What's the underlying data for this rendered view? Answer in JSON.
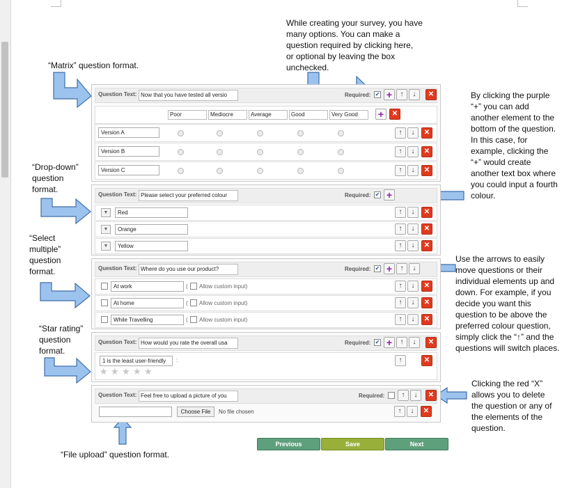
{
  "notes": {
    "matrix": "“Matrix” question format.",
    "required": [
      "While creating your survey, you have",
      "many options. You can make a",
      "question required by clicking here,",
      "or optional by leaving the box",
      "unchecked."
    ],
    "plus": [
      "By clicking the purple",
      "“+” you can add",
      "another element to the",
      "bottom of the question.",
      "In this case, for",
      "example, clicking the",
      "“+” would create",
      "another text box where",
      "you could input a fourth",
      "colour."
    ],
    "dropdown": [
      "“Drop-down”",
      "question",
      "format."
    ],
    "select": [
      "“Select",
      "multiple”",
      "question",
      "format."
    ],
    "arrows": [
      "Use the arrows to easily",
      "move questions or their",
      "individual elements up and",
      "down. For example, if you",
      "decide you want this",
      "question to be above the",
      "preferred colour question,",
      "simply click the “↑” and the",
      "questions will switch places."
    ],
    "star": [
      "“Star rating”",
      "question",
      "format."
    ],
    "delete": [
      "Clicking the red “X”",
      "allows you to delete",
      "the question or any of",
      "the elements of the",
      "question."
    ],
    "file": "“File upload” question format."
  },
  "labels": {
    "question_text": "Question Text:",
    "required": "Required:"
  },
  "icons": {
    "up": "up-arrow-icon",
    "down": "down-arrow-icon",
    "delete": "x-icon",
    "add": "plus-icon"
  },
  "colors": {
    "delete_red": "#e03a1e",
    "add_purple": "#8e1fa6",
    "callout_blue": "#9cc3ee",
    "nav_green": "#5fa07c",
    "save_olive": "#98b03a"
  },
  "matrix": {
    "question": "Now that you have tested all versio",
    "required": true,
    "columns": [
      "Poor",
      "Mediocre",
      "Average",
      "Good",
      "Very Good"
    ],
    "rows": [
      "Version A",
      "Version B",
      "Version C"
    ]
  },
  "dropdown": {
    "question": "Please select your preferred colour",
    "required": true,
    "options": [
      "Red",
      "Orange",
      "Yellow"
    ]
  },
  "select_multiple": {
    "question": "Where do you use our product?",
    "required": true,
    "custom_label": "Allow custom input)",
    "options": [
      "At work",
      "At home",
      "While Travelling"
    ]
  },
  "star_rating": {
    "question": "How would you rate the overall usa",
    "required": true,
    "hint": "1 is the least user-friendly",
    "stars": 5
  },
  "file_upload": {
    "question": "Feel free to upload a picture of you",
    "required": false,
    "choose": "Choose File",
    "status": "No file chosen"
  },
  "nav": {
    "previous": "Previous",
    "save": "Save",
    "next": "Next"
  }
}
